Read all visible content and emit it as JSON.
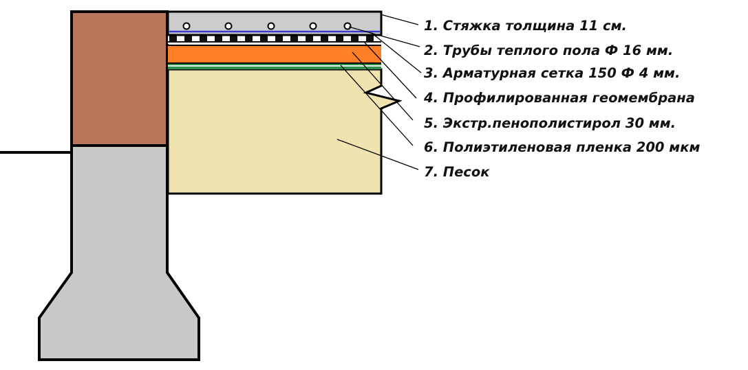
{
  "legend": [
    {
      "id": "screed",
      "label": "1. Стяжка толщина 11 см."
    },
    {
      "id": "pipes",
      "label": "2. Трубы теплого пола Ф 16 мм."
    },
    {
      "id": "mesh",
      "label": "3. Арматурная сетка 150 Ф 4 мм."
    },
    {
      "id": "geomembrane",
      "label": "4. Профилированная геомембрана"
    },
    {
      "id": "xps",
      "label": "5. Экстр.пенополистирол  30 мм."
    },
    {
      "id": "pe-film",
      "label": "6. Полиэтиленовая пленка 200 мкм"
    },
    {
      "id": "sand",
      "label": "7. Песок"
    }
  ],
  "colors": {
    "outline": "#000000",
    "brick": "#b8775a",
    "concrete": "#c8c8c8",
    "screed": "#cccccc",
    "pipe_fill": "#ffffff",
    "mesh_line": "#3a3ad0",
    "geomembrane_block": "#111111",
    "geomembrane_gap": "#ffffff",
    "xps": "#ff7f27",
    "pe_film": "#2f8f4f",
    "sand": "#efe4b0",
    "leader": "#000000"
  }
}
